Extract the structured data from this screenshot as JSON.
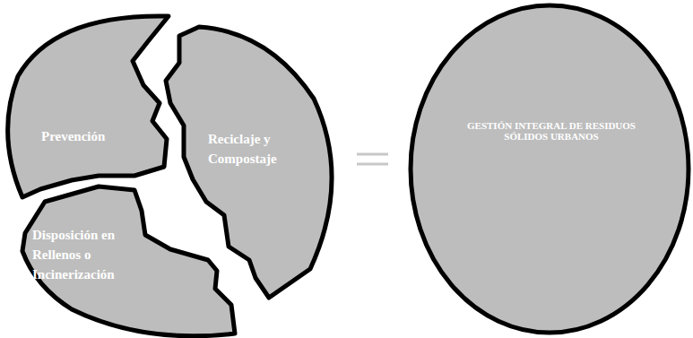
{
  "diagram": {
    "nodes": [
      {
        "text": [
          "Prevención"
        ]
      },
      {
        "text": [
          "Reciclaje y Compostaje"
        ]
      },
      {
        "text": [
          "Disposición en Rellenos o Incinerización"
        ]
      },
      {
        "text": [
          "GESTIÓN INTEGRAL DE RESIDUOS SÓLIDOS URBANOS"
        ]
      }
    ]
  }
}
